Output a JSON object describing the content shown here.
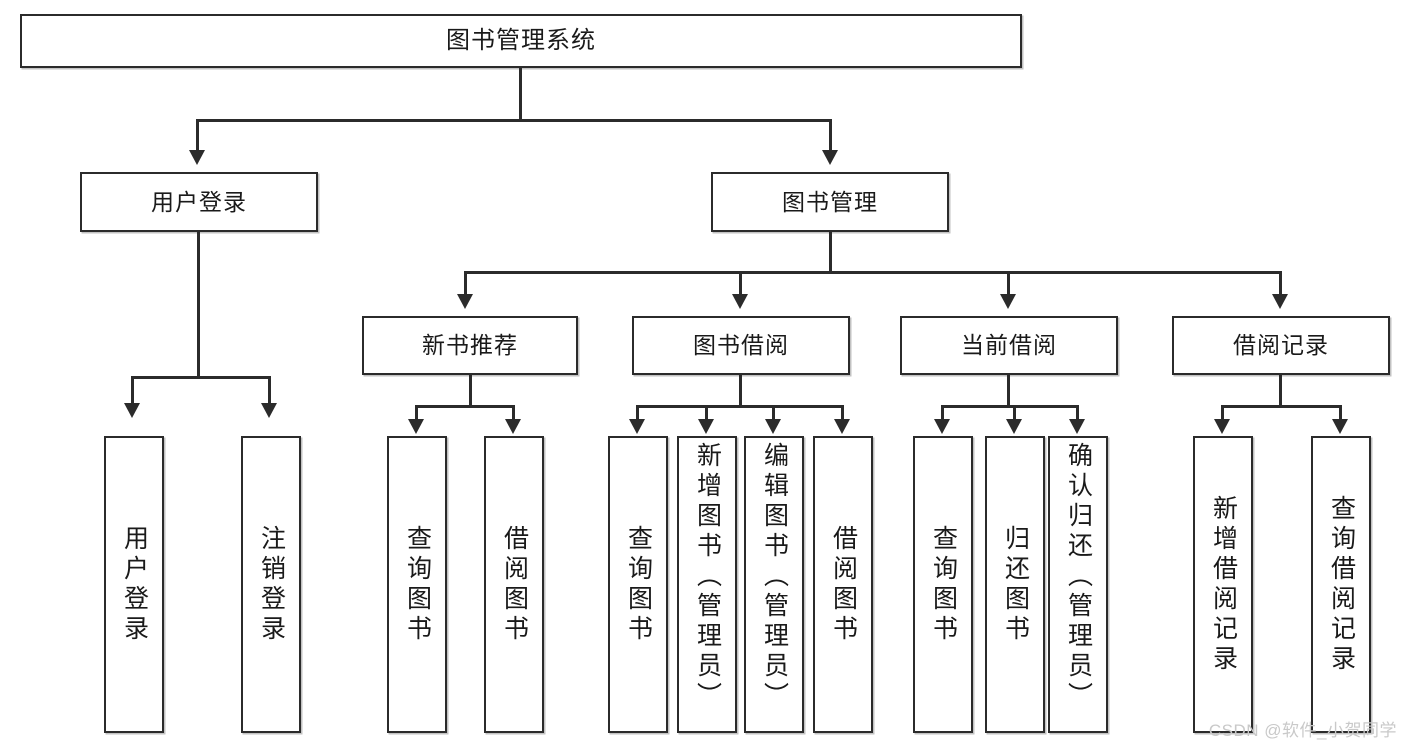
{
  "diagram": {
    "title": "图书管理系统",
    "type": "tree-hierarchy-chart",
    "colors": {
      "box_border": "#2b2b2b",
      "box_fill": "#ffffff",
      "connector": "#2b2b2b",
      "background": "#ffffff",
      "watermark": "#c9c9c9"
    },
    "root": {
      "label": "图书管理系统"
    },
    "level2": [
      {
        "label": "用户登录"
      },
      {
        "label": "图书管理"
      }
    ],
    "level3": [
      {
        "label": "新书推荐"
      },
      {
        "label": "图书借阅"
      },
      {
        "label": "当前借阅"
      },
      {
        "label": "借阅记录"
      }
    ],
    "leaves": {
      "user_login": [
        {
          "label": "用户登录"
        },
        {
          "label": "注销登录"
        }
      ],
      "new_book_rec": [
        {
          "label": "查询图书"
        },
        {
          "label": "借阅图书"
        }
      ],
      "book_borrow": [
        {
          "label": "查询图书"
        },
        {
          "label": "新增图书（管理员）"
        },
        {
          "label": "编辑图书（管理员）"
        },
        {
          "label": "借阅图书"
        }
      ],
      "current_borrow": [
        {
          "label": "查询图书"
        },
        {
          "label": "归还图书"
        },
        {
          "label": "确认归还（管理员）"
        }
      ],
      "borrow_record": [
        {
          "label": "新增借阅记录"
        },
        {
          "label": "查询借阅记录"
        }
      ]
    }
  },
  "watermark": {
    "text": "CSDN @软件_小贺同学"
  }
}
